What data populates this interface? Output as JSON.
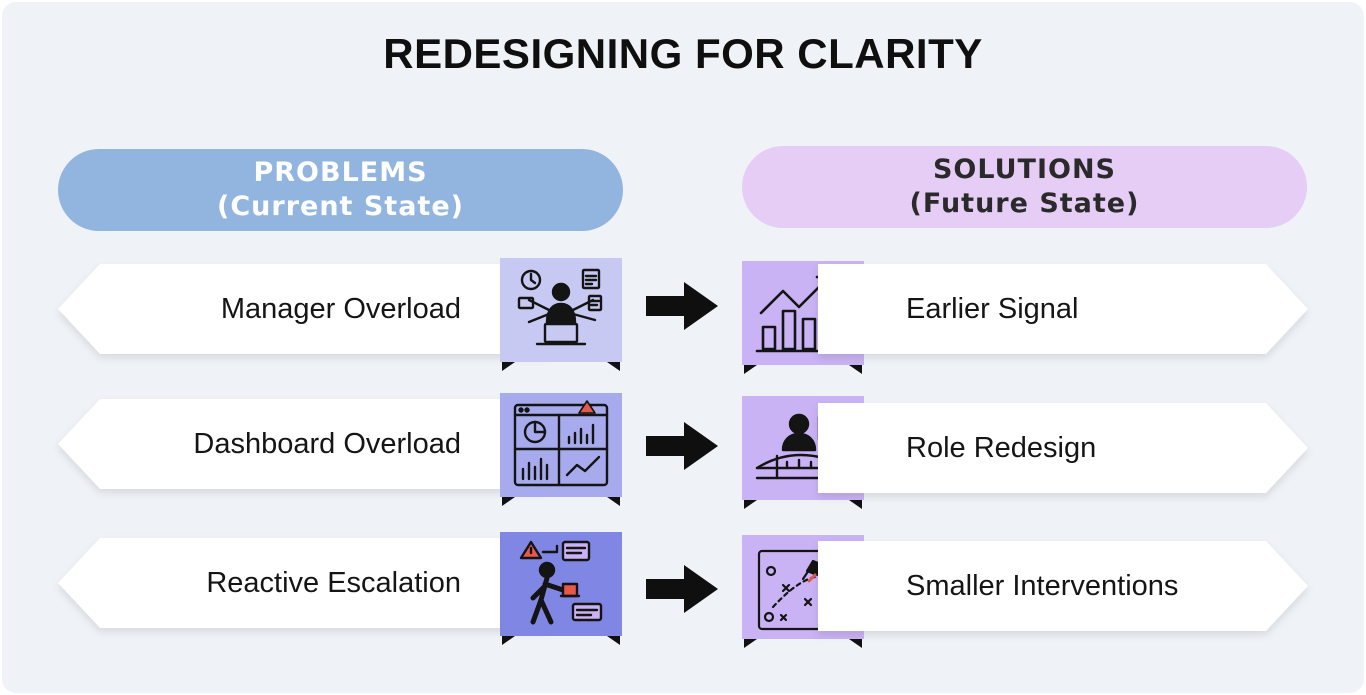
{
  "title": "REDESIGNING FOR CLARITY",
  "problems_header": {
    "line1": "PROBLEMS",
    "line2": "(Current State)"
  },
  "solutions_header": {
    "line1": "SOLUTIONS",
    "line2": "(Future State)"
  },
  "problems": [
    {
      "label": "Manager Overload",
      "icon": "multitasking-manager-icon"
    },
    {
      "label": "Dashboard Overload",
      "icon": "dashboard-charts-icon"
    },
    {
      "label": "Reactive Escalation",
      "icon": "escalation-alert-icon"
    }
  ],
  "solutions": [
    {
      "label": "Earlier Signal",
      "icon": "growth-chart-lock-icon"
    },
    {
      "label": "Role Redesign",
      "icon": "person-bridge-icon"
    },
    {
      "label": "Smaller Interventions",
      "icon": "strategy-board-icon"
    }
  ],
  "colors": {
    "background": "#eff3f7",
    "problems_pill": "#91b5df",
    "solutions_pill": "#e6cdf6",
    "tile_row1_problem": "#c8c9f3",
    "tile_row2_problem": "#a7abee",
    "tile_row3_problem": "#7f86e4",
    "tile_solution": "#c9b3f4",
    "alert_red": "#e8584a"
  }
}
